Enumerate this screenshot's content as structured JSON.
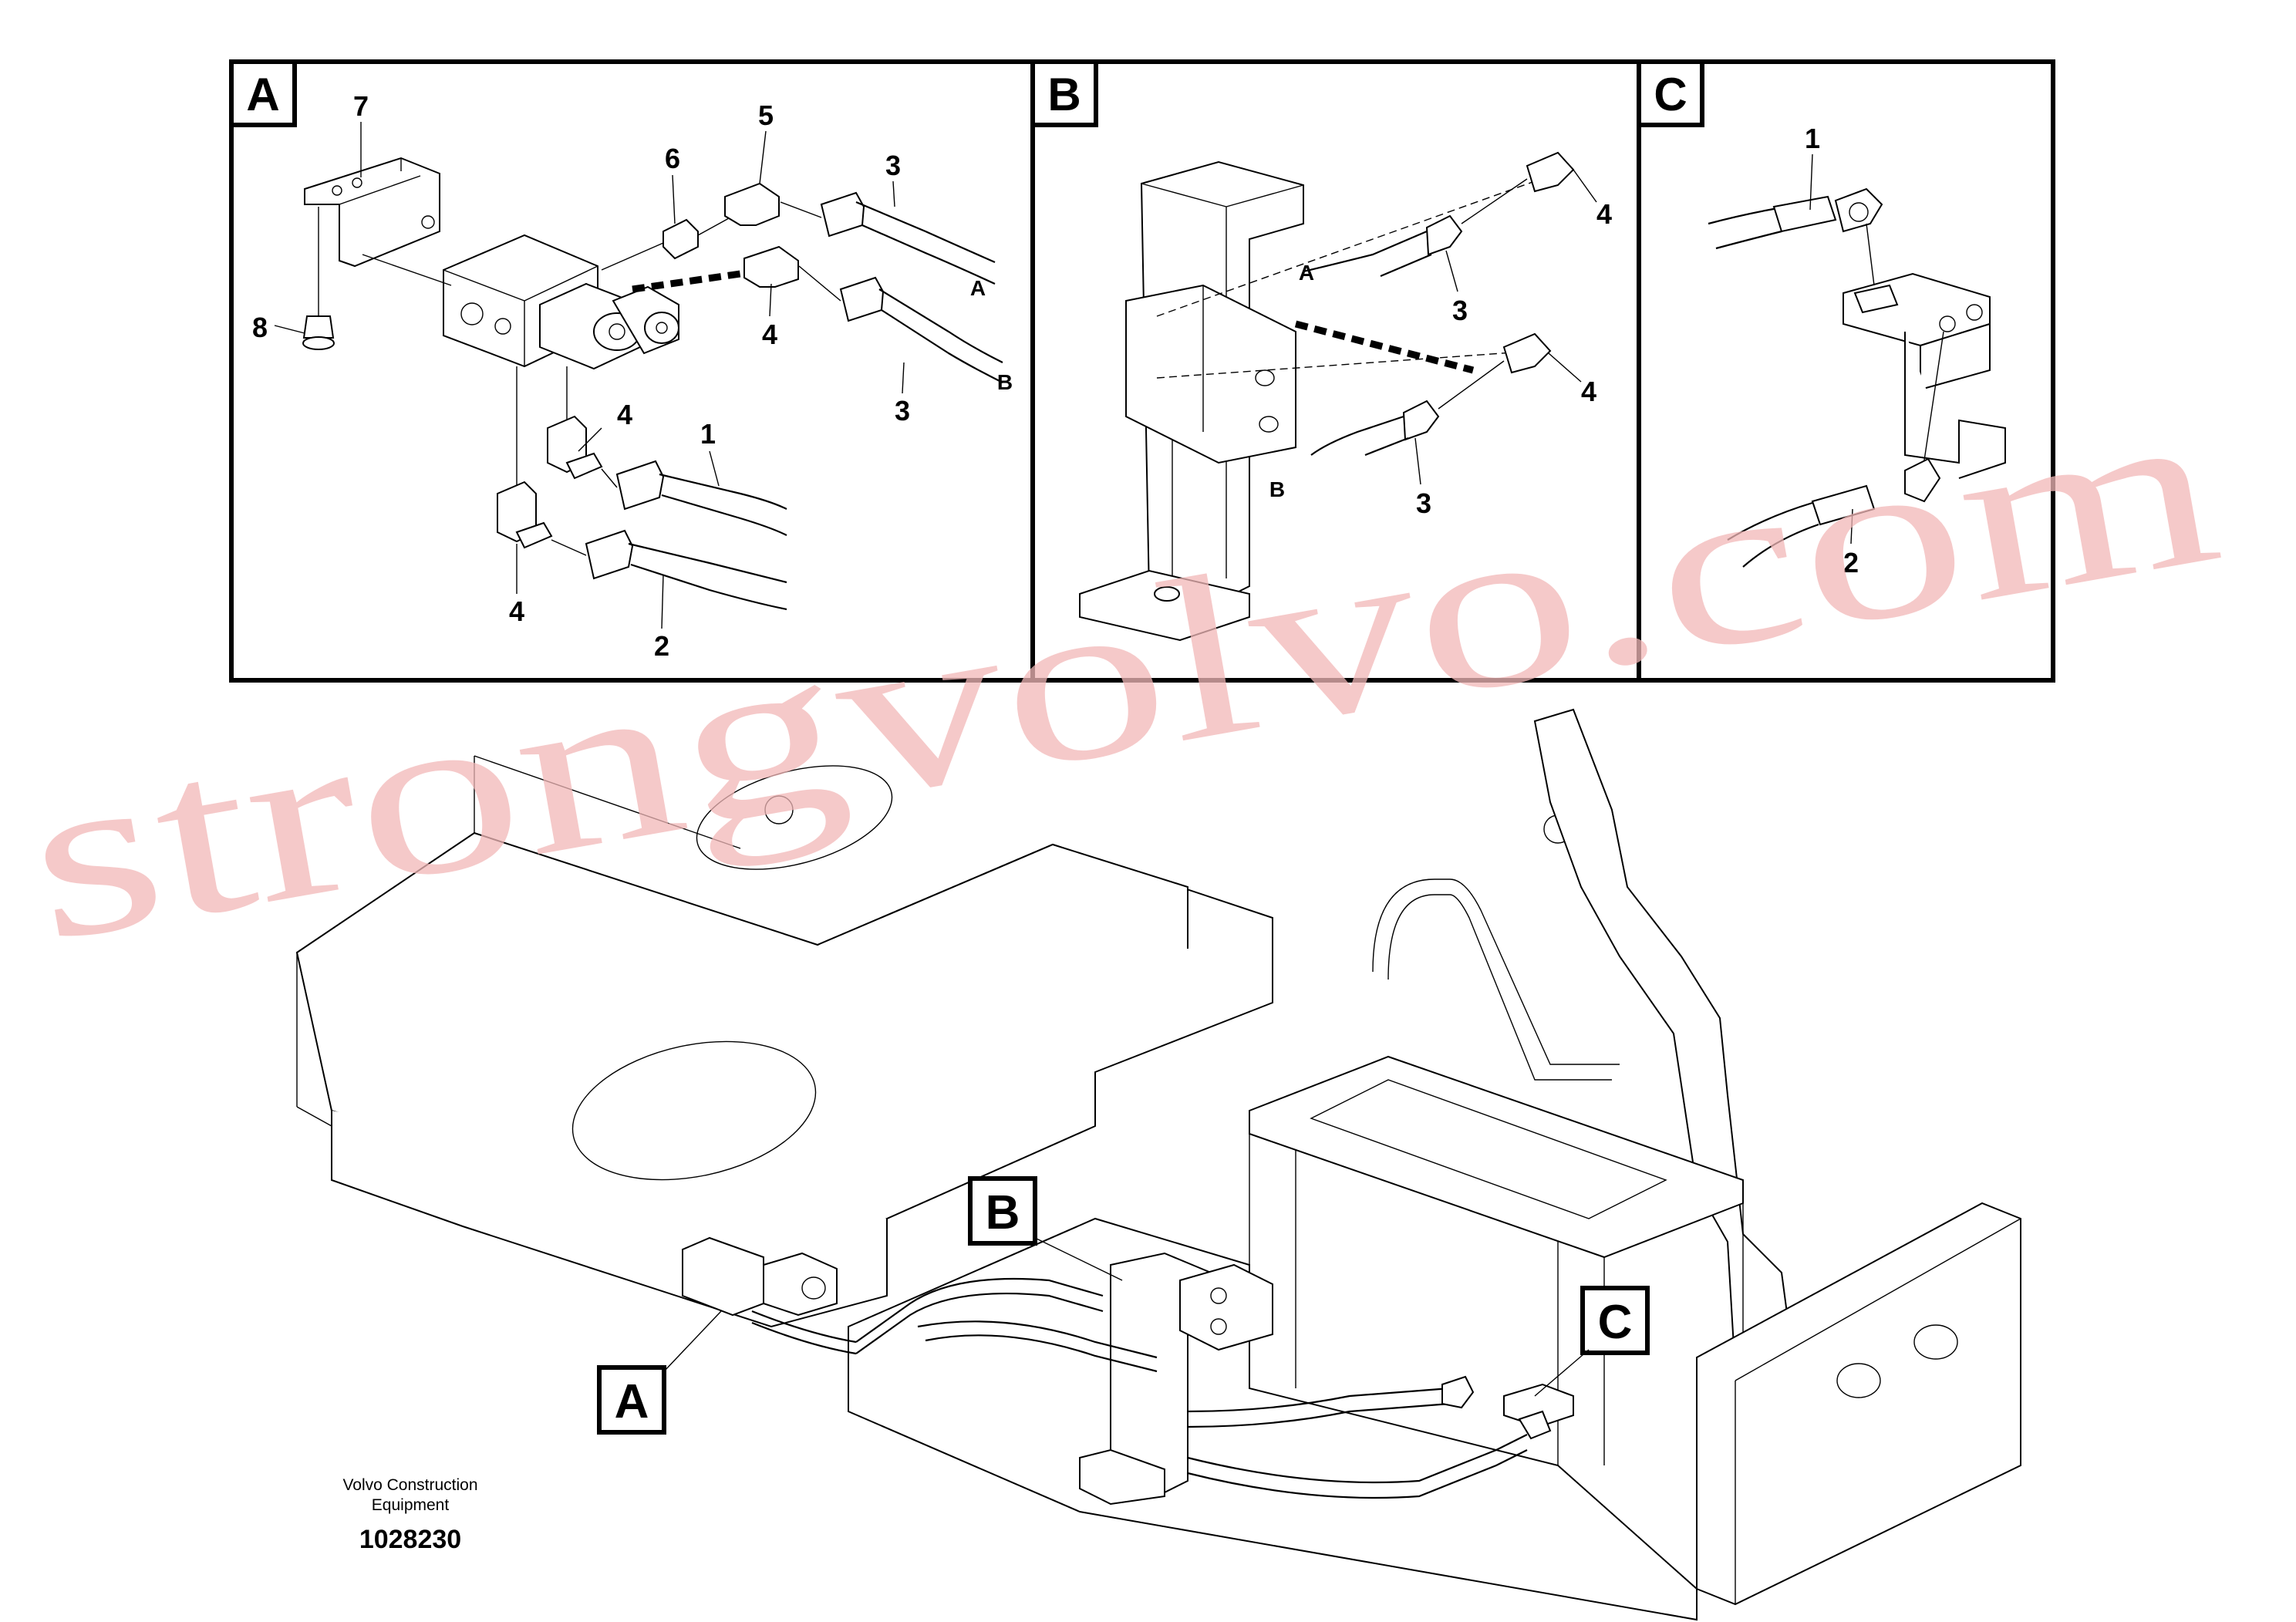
{
  "drawing": {
    "panels": [
      {
        "letter": "A"
      },
      {
        "letter": "B"
      },
      {
        "letter": "C"
      }
    ],
    "panel_a": {
      "callouts": [
        "7",
        "8",
        "6",
        "5",
        "3",
        "4",
        "4",
        "1",
        "4",
        "2",
        "3"
      ],
      "ports": [
        "A",
        "B"
      ]
    },
    "panel_b": {
      "callouts": [
        "4",
        "3",
        "4",
        "3"
      ],
      "ports": [
        "A",
        "B"
      ]
    },
    "panel_c": {
      "callouts": [
        "1",
        "2"
      ]
    },
    "detail_labels": [
      "B",
      "A",
      "C"
    ]
  },
  "watermark": "strongvolvo.com",
  "footer": {
    "maker_line1": "Volvo Construction",
    "maker_line2": "Equipment",
    "drawing_number": "1028230"
  }
}
